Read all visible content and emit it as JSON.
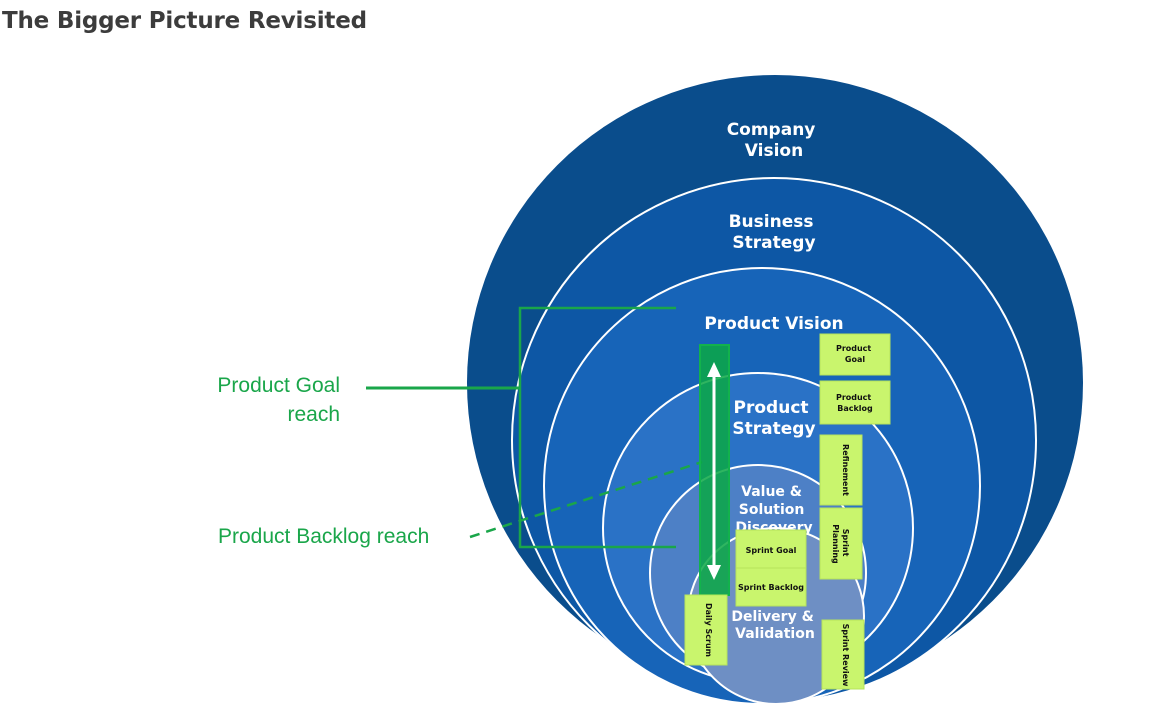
{
  "title": "The Bigger Picture Revisited",
  "side_labels": {
    "product_goal_reach": [
      "Product Goal",
      "reach"
    ],
    "product_backlog_reach": "Product Backlog reach"
  },
  "rings": [
    {
      "lines": [
        "Company",
        "Vision"
      ],
      "color": "#0a4d8c"
    },
    {
      "lines": [
        "Business",
        "Strategy"
      ],
      "color": "#0d57a5"
    },
    {
      "lines": [
        "Product Vision"
      ],
      "color": "#1764b8"
    },
    {
      "lines": [
        "Product",
        "Strategy"
      ],
      "color": "#2a72c6"
    },
    {
      "lines": [
        "Value &",
        "Solution",
        "Discovery"
      ],
      "color": "#4d80c6"
    },
    {
      "lines": [
        "Delivery &",
        "Validation"
      ],
      "color": "#6e8fc4"
    }
  ],
  "notes": {
    "product_goal": [
      "Product",
      "Goal"
    ],
    "product_backlog": [
      "Product",
      "Backlog"
    ],
    "refinement": "Refinement",
    "sprint_planning": [
      "Sprint",
      "Planning"
    ],
    "sprint_goal": "Sprint Goal",
    "sprint_backlog": "Sprint Backlog",
    "daily_scrum": "Daily Scrum",
    "sprint_review": "Sprint Review"
  },
  "colors": {
    "reach_green": "#1aa64a",
    "note_green": "#c9f56d",
    "ring_border": "#ffffff"
  }
}
